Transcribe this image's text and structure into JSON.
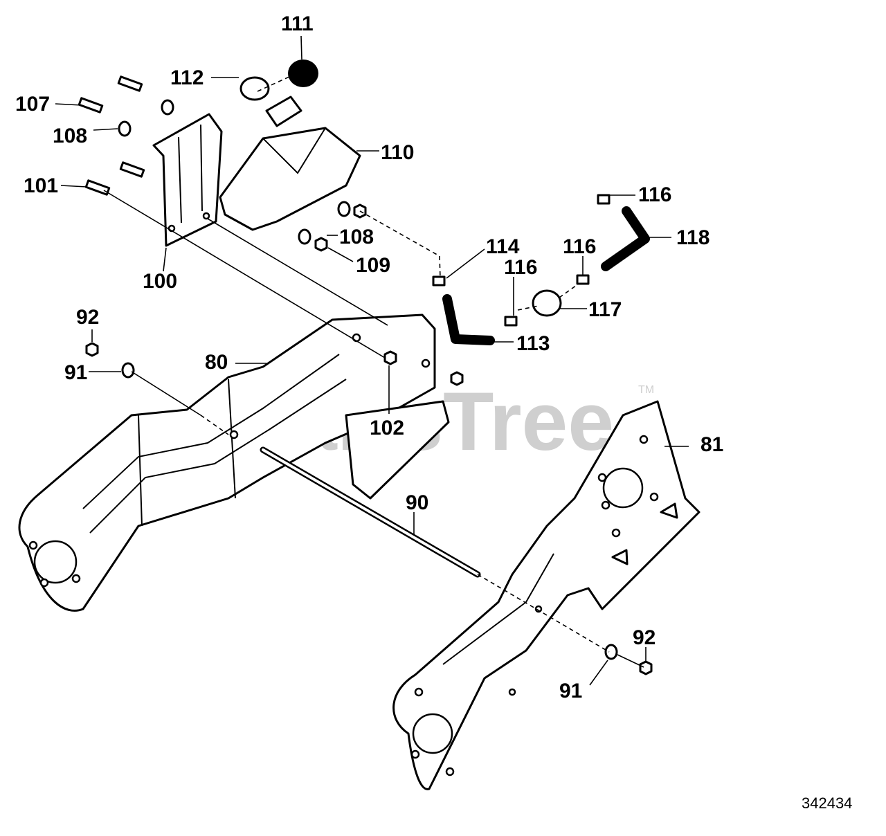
{
  "watermark": {
    "text": "PartsTree",
    "trademark": "TM"
  },
  "drawing_number": "342434",
  "labels": {
    "l111": "111",
    "l112": "112",
    "l107": "107",
    "l108a": "108",
    "l110": "110",
    "l101": "101",
    "l116a": "116",
    "l118": "118",
    "l108b": "108",
    "l109": "109",
    "l114": "114",
    "l116b": "116",
    "l116c": "116",
    "l100": "100",
    "l117": "117",
    "l92a": "92",
    "l113": "113",
    "l80": "80",
    "l91a": "91",
    "l102": "102",
    "l81": "81",
    "l90": "90",
    "l92b": "92",
    "l91b": "91"
  }
}
